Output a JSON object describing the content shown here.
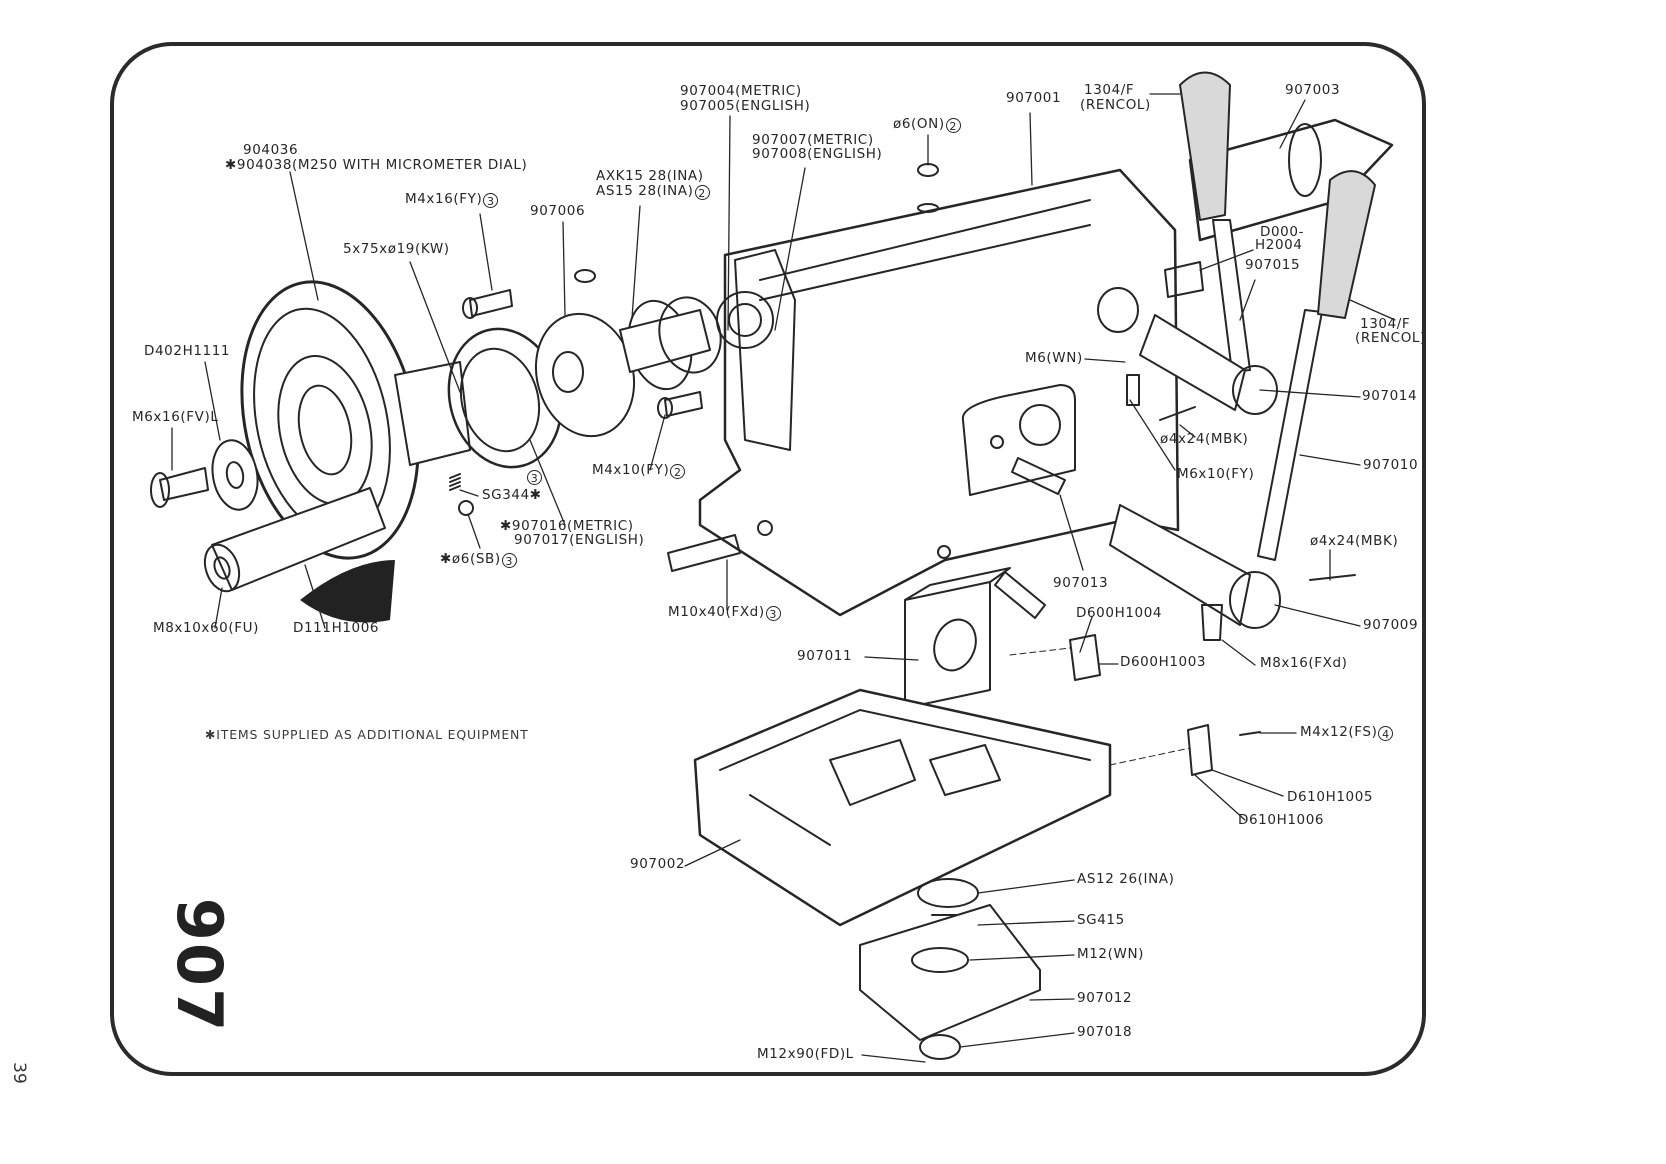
{
  "document": {
    "assembly_number": "907",
    "page_number": "39",
    "note": "✱ITEMS SUPPLIED AS ADDITIONAL EQUIPMENT"
  },
  "labels": [
    {
      "id": "904036",
      "text": "904036"
    },
    {
      "id": "904038",
      "text": "✱904038(M250 WITH MICROMETER DIAL)"
    },
    {
      "id": "m4x16",
      "text": "M4x16(FY)",
      "qty": "3"
    },
    {
      "id": "907006",
      "text": "907006"
    },
    {
      "id": "key",
      "text": "5x75xø19(KW)"
    },
    {
      "id": "907004",
      "text": "907004(METRIC)"
    },
    {
      "id": "907005",
      "text": "907005(ENGLISH)"
    },
    {
      "id": "907007",
      "text": "907007(METRIC)"
    },
    {
      "id": "907008",
      "text": "907008(ENGLISH)"
    },
    {
      "id": "axk",
      "text": "AXK15 28(INA)"
    },
    {
      "id": "as15",
      "text": "AS15 28(INA)",
      "qty": "2"
    },
    {
      "id": "oiler",
      "text": "ø6(ON)",
      "qty": "2"
    },
    {
      "id": "907001",
      "text": "907001"
    },
    {
      "id": "rencol1a",
      "text": "1304/F"
    },
    {
      "id": "rencol1b",
      "text": "(RENCOL)"
    },
    {
      "id": "907003",
      "text": "907003"
    },
    {
      "id": "d000a",
      "text": "D000-"
    },
    {
      "id": "d000b",
      "text": "H2004"
    },
    {
      "id": "907015",
      "text": "907015"
    },
    {
      "id": "rencol2a",
      "text": "1304/F"
    },
    {
      "id": "rencol2b",
      "text": "(RENCOL)"
    },
    {
      "id": "m6wn",
      "text": "M6(WN)"
    },
    {
      "id": "907014",
      "text": "907014"
    },
    {
      "id": "pin1",
      "text": "ø4x24(MBK)"
    },
    {
      "id": "m6x10",
      "text": "M6x10(FY)"
    },
    {
      "id": "907010",
      "text": "907010"
    },
    {
      "id": "d402",
      "text": "D402H1111"
    },
    {
      "id": "m6x16",
      "text": "M6x16(FV)L"
    },
    {
      "id": "sg344",
      "text": "SG344✱"
    },
    {
      "id": "sg344q",
      "text": "",
      "qty": "3"
    },
    {
      "id": "907016",
      "text": "✱907016(METRIC)"
    },
    {
      "id": "907017",
      "text": "907017(ENGLISH)"
    },
    {
      "id": "m4x10",
      "text": "M4x10(FY)",
      "qty": "2"
    },
    {
      "id": "ball",
      "text": "✱ø6(SB)",
      "qty": "3"
    },
    {
      "id": "m8x10",
      "text": "M8x10x60(FU)"
    },
    {
      "id": "d111",
      "text": "D111H1006"
    },
    {
      "id": "907013",
      "text": "907013"
    },
    {
      "id": "pin2",
      "text": "ø4x24(MBK)"
    },
    {
      "id": "907009",
      "text": "907009"
    },
    {
      "id": "m10x40",
      "text": "M10x40(FXd)",
      "qty": "3"
    },
    {
      "id": "d6004",
      "text": "D600H1004"
    },
    {
      "id": "907011",
      "text": "907011"
    },
    {
      "id": "d6003",
      "text": "D600H1003"
    },
    {
      "id": "m8x16",
      "text": "M8x16(FXd)"
    },
    {
      "id": "m4x12",
      "text": "M4x12(FS)",
      "qty": "4"
    },
    {
      "id": "d6105",
      "text": "D610H1005"
    },
    {
      "id": "d6106",
      "text": "D610H1006"
    },
    {
      "id": "907002",
      "text": "907002"
    },
    {
      "id": "as12",
      "text": "AS12 26(INA)"
    },
    {
      "id": "sg415",
      "text": "SG415"
    },
    {
      "id": "m12wn",
      "text": "M12(WN)"
    },
    {
      "id": "907012",
      "text": "907012"
    },
    {
      "id": "907018",
      "text": "907018"
    },
    {
      "id": "m12x90",
      "text": "M12x90(FD)L"
    }
  ]
}
